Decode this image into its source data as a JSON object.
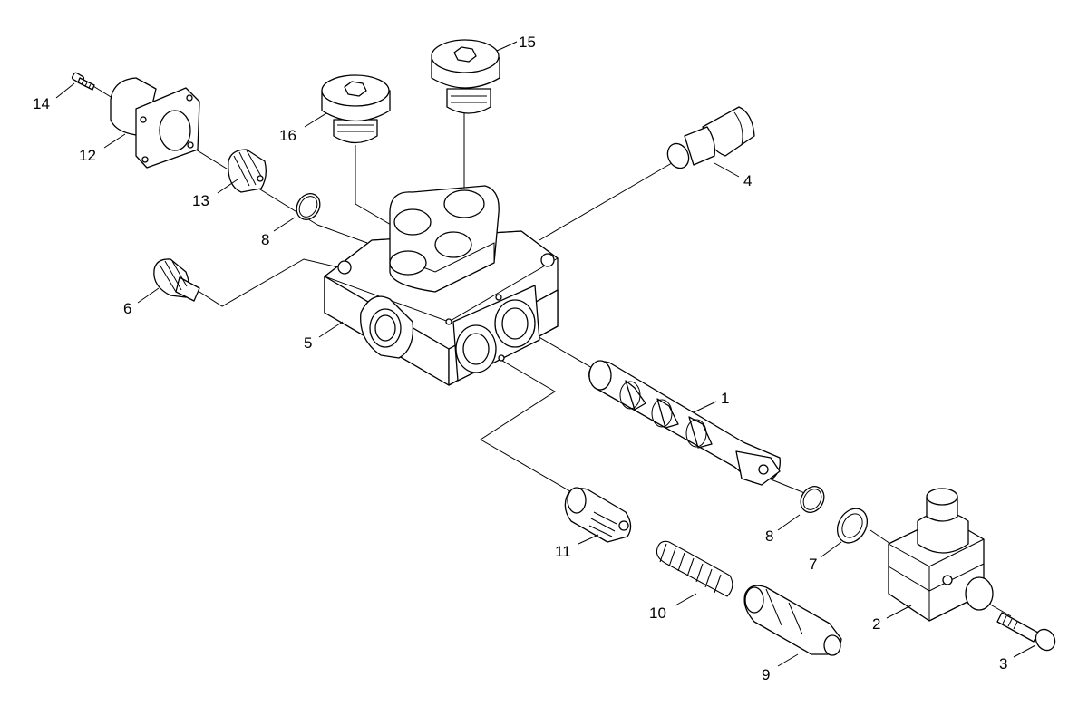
{
  "diagram": {
    "callouts": [
      {
        "id": "c1",
        "label": "1"
      },
      {
        "id": "c2",
        "label": "2"
      },
      {
        "id": "c3",
        "label": "3"
      },
      {
        "id": "c4",
        "label": "4"
      },
      {
        "id": "c5",
        "label": "5"
      },
      {
        "id": "c6",
        "label": "6"
      },
      {
        "id": "c7",
        "label": "7"
      },
      {
        "id": "c8a",
        "label": "8"
      },
      {
        "id": "c8b",
        "label": "8"
      },
      {
        "id": "c9",
        "label": "9"
      },
      {
        "id": "c10",
        "label": "10"
      },
      {
        "id": "c11",
        "label": "11"
      },
      {
        "id": "c12",
        "label": "12"
      },
      {
        "id": "c13",
        "label": "13"
      },
      {
        "id": "c14",
        "label": "14"
      },
      {
        "id": "c15",
        "label": "15"
      },
      {
        "id": "c16",
        "label": "16"
      }
    ]
  }
}
